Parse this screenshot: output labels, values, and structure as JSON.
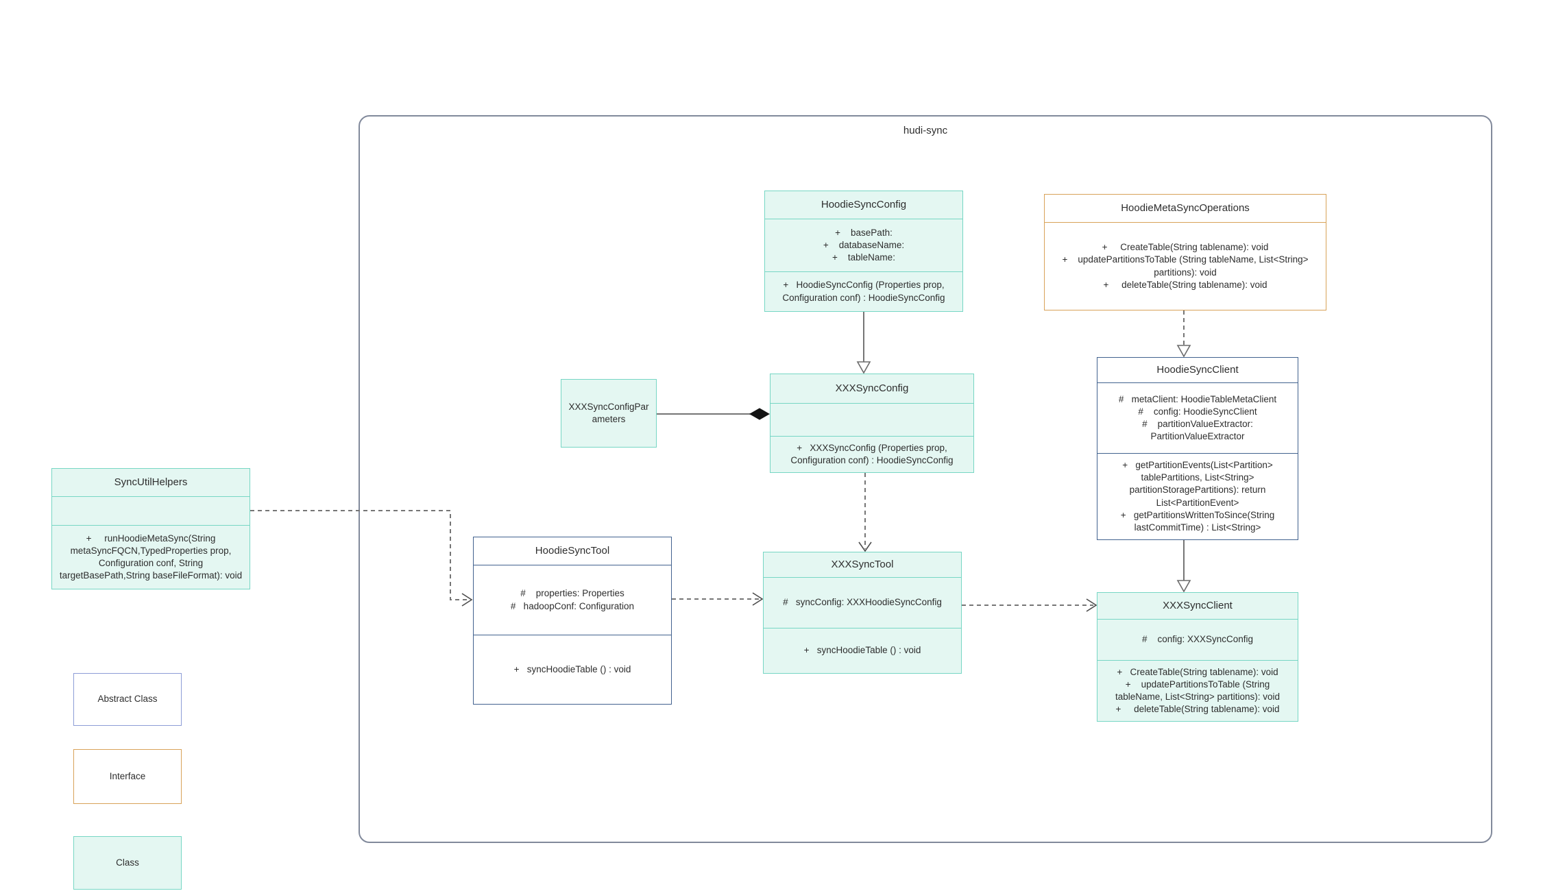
{
  "diagram": {
    "container_label": "hudi-sync"
  },
  "colors": {
    "class_fill": "#e4f7f2",
    "class_border": "#76d6c4",
    "abstract_border": "#41618e",
    "legend_abstract_border": "#8c9cd6",
    "interface_border": "#d8a258",
    "container_border": "#81899b",
    "connector": "#757575",
    "text": "#2d2d2d"
  },
  "classes": {
    "hoodie_sync_config": {
      "title": "HoodieSyncConfig",
      "attributes": "+    basePath:\n+    databaseName:\n+    tableName:",
      "methods": "+   HoodieSyncConfig (Properties prop,\nConfiguration conf) : HoodieSyncConfig"
    },
    "hoodie_meta_sync_operations": {
      "title": "HoodieMetaSyncOperations",
      "methods": "+     CreateTable(String tablename): void\n+    updatePartitionsToTable (String tableName, List<String>\npartitions): void\n+     deleteTable(String tablename): void"
    },
    "xxx_sync_config_parameters": {
      "title": "XXXSyncConfigPar\nameters"
    },
    "xxx_sync_config": {
      "title": "XXXSyncConfig",
      "methods": "+   XXXSyncConfig (Properties prop,\nConfiguration conf) : HoodieSyncConfig"
    },
    "hoodie_sync_client": {
      "title": "HoodieSyncClient",
      "attributes": "#   metaClient: HoodieTableMetaClient\n#    config: HoodieSyncClient\n#    partitionValueExtractor:\nPartitionValueExtractor",
      "methods": "+   getPartitionEvents(List<Partition>\ntablePartitions, List<String>\npartitionStoragePartitions): return\nList<PartitionEvent>\n+   getPartitionsWrittenToSince(String\nlastCommitTime) : List<String>"
    },
    "sync_util_helpers": {
      "title": "SyncUtilHelpers",
      "methods": "+     runHoodieMetaSync(String\nmetaSyncFQCN,TypedProperties prop,\nConfiguration conf, String\ntargetBasePath,String baseFileFormat): void"
    },
    "hoodie_sync_tool": {
      "title": "HoodieSyncTool",
      "attributes": "#    properties: Properties\n#   hadoopConf: Configuration",
      "methods": "+   syncHoodieTable () : void"
    },
    "xxx_sync_tool": {
      "title": "XXXSyncTool",
      "attributes": "#   syncConfig: XXXHoodieSyncConfig",
      "methods": "+   syncHoodieTable () : void"
    },
    "xxx_sync_client": {
      "title": "XXXSyncClient",
      "attributes": "#    config: XXXSyncConfig",
      "methods": "+   CreateTable(String tablename): void\n+    updatePartitionsToTable (String\ntableName, List<String> partitions): void\n+     deleteTable(String tablename): void"
    }
  },
  "legend": {
    "abstract_class_label": "Abstract Class",
    "interface_label": "Interface",
    "class_label": "Class"
  }
}
